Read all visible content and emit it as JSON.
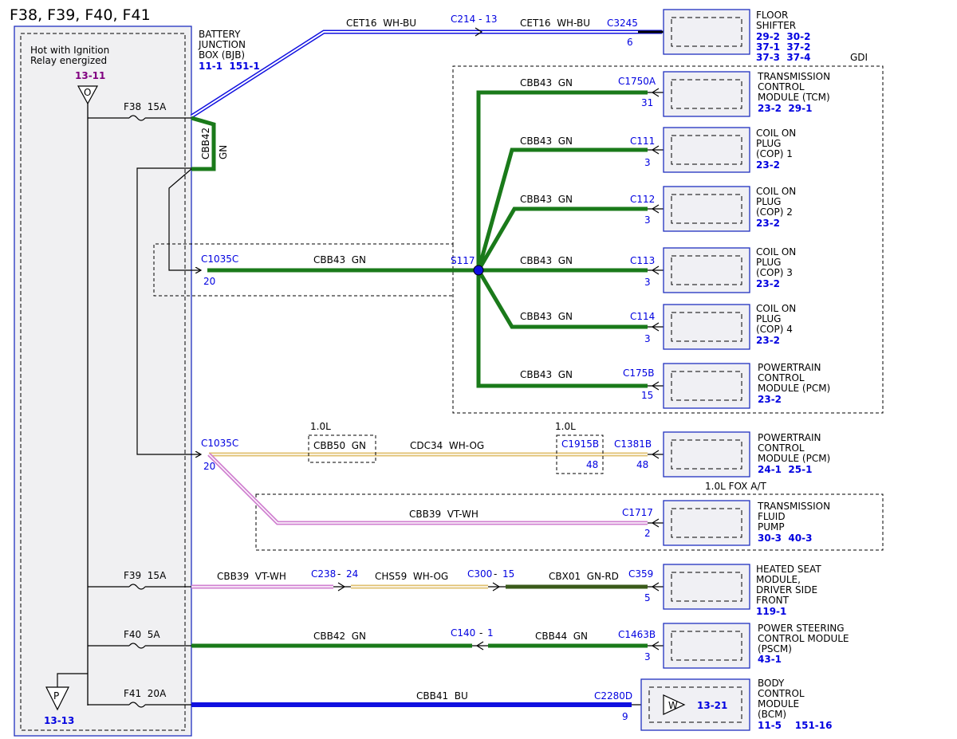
{
  "title": "F38, F39, F40, F41",
  "left_panel": {
    "hot_line1": "Hot with Ignition",
    "hot_line2": "Relay energized",
    "ref_top": "13-11",
    "conn_o": "O",
    "conn_p": "P",
    "ref_bottom": "13-13"
  },
  "bjb": {
    "line1": "BATTERY",
    "line2": "JUNCTION",
    "line3": "BOX (BJB)",
    "refs": "11-1  151-1"
  },
  "fuses": [
    {
      "label": "F38  15A"
    },
    {
      "label": "F39  15A"
    },
    {
      "label": "F40  5A"
    },
    {
      "label": "F41  20A"
    }
  ],
  "circuits": {
    "cet16_a": "CET16  WH-BU",
    "c214": "C214 - 13",
    "cet16_b": "CET16  WH-BU",
    "c3245": "C3245",
    "pin_6": "6",
    "cbb42_v": "CBB42",
    "gn_v": "GN",
    "c1035c_a": "C1035C",
    "pin_20a": "20",
    "cbb43_main": "CBB43  GN",
    "s117": "S117",
    "gdi": "GDI",
    "branches": [
      {
        "wire": "CBB43  GN",
        "conn": "C1750A",
        "pin": "31"
      },
      {
        "wire": "CBB43  GN",
        "conn": "C111",
        "pin": "3"
      },
      {
        "wire": "CBB43  GN",
        "conn": "C112",
        "pin": "3"
      },
      {
        "wire": "CBB43  GN",
        "conn": "C113",
        "pin": "3"
      },
      {
        "wire": "CBB43  GN",
        "conn": "C114",
        "pin": "3"
      },
      {
        "wire": "CBB43  GN",
        "conn": "C175B",
        "pin": "15"
      }
    ],
    "c1035c_b": "C1035C",
    "pin_20b": "20",
    "opt_10l_a": "1.0L",
    "cbb50": "CBB50  GN",
    "cdc34": "CDC34  WH-OG",
    "opt_10l_b": "1.0L",
    "c1915b": "C1915B",
    "pin_48a": "48",
    "c1381b": "C1381B",
    "pin_48b": "48",
    "fox": "1.0L FOX A/T",
    "cbb39_a": "CBB39  VT-WH",
    "c1717": "C1717",
    "pin_2": "2",
    "cbb39_b": "CBB39  VT-WH",
    "c238": "C238",
    "c238_pin": "24",
    "chs59": "CHS59  WH-OG",
    "c300": "C300",
    "c300_pin": "15",
    "cbx01": "CBX01  GN-RD",
    "c359": "C359",
    "pin_5": "5",
    "cbb42": "CBB42  GN",
    "c140": "C140",
    "c140_pin": "1",
    "cbb44": "CBB44  GN",
    "c1463b": "C1463B",
    "pin_3": "3",
    "cbb41": "CBB41  BU",
    "c2280d": "C2280D",
    "pin_9": "9",
    "conn_w": "W",
    "ref_w": "13-21"
  },
  "modules": [
    {
      "lines": [
        "FLOOR",
        "SHIFTER"
      ],
      "refs": [
        "29-2  30-2",
        "37-1  37-2",
        "37-3  37-4"
      ]
    },
    {
      "lines": [
        "TRANSMISSION",
        "CONTROL",
        "MODULE (TCM)"
      ],
      "refs": [
        "23-2  29-1"
      ]
    },
    {
      "lines": [
        "COIL ON",
        "PLUG",
        "(COP) 1"
      ],
      "refs": [
        "23-2"
      ]
    },
    {
      "lines": [
        "COIL ON",
        "PLUG",
        "(COP) 2"
      ],
      "refs": [
        "23-2"
      ]
    },
    {
      "lines": [
        "COIL ON",
        "PLUG",
        "(COP) 3"
      ],
      "refs": [
        "23-2"
      ]
    },
    {
      "lines": [
        "COIL ON",
        "PLUG",
        "(COP) 4"
      ],
      "refs": [
        "23-2"
      ]
    },
    {
      "lines": [
        "POWERTRAIN",
        "CONTROL",
        "MODULE (PCM)"
      ],
      "refs": [
        "23-2"
      ]
    },
    {
      "lines": [
        "POWERTRAIN",
        "CONTROL",
        "MODULE (PCM)"
      ],
      "refs": [
        "24-1  25-1"
      ]
    },
    {
      "lines": [
        "TRANSMISSION",
        "FLUID",
        "PUMP"
      ],
      "refs": [
        "30-3  40-3"
      ]
    },
    {
      "lines": [
        "HEATED SEAT",
        "MODULE,",
        "DRIVER SIDE",
        "FRONT"
      ],
      "refs": [
        "119-1"
      ]
    },
    {
      "lines": [
        "POWER STEERING",
        "CONTROL MODULE",
        "(PSCM)"
      ],
      "refs": [
        "43-1"
      ]
    },
    {
      "lines": [
        "BODY",
        "CONTROL",
        "MODULE",
        "(BCM)"
      ],
      "refs": [
        "11-5    151-16"
      ]
    }
  ],
  "colors": {
    "gn": "#1a7a1a",
    "bu": "#1010e0",
    "vt": "#d080d0",
    "wh": "#ffffff",
    "og": "#e0c070",
    "gn_rd": "#3a5a1a",
    "splice": "#1010e0",
    "ref_blue": "#0000e0",
    "ref_purple": "#800080"
  }
}
